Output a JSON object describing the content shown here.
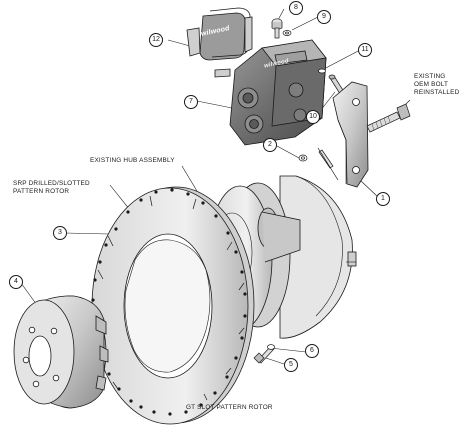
{
  "labels": {
    "existing_hub_assembly": "EXISTING HUB ASSEMBLY",
    "srp_rotor_line1": "SRP DRILLED/SLOTTED",
    "srp_rotor_line2": "PATTERN ROTOR",
    "oem_bolt_line1": "EXISTING",
    "oem_bolt_line2": "OEM BOLT",
    "oem_bolt_line3": "REINSTALLED",
    "gt_slot_rotor": "GT SLOT PATTERN ROTOR",
    "pad_brand": "wilwood",
    "caliper_brand": "wilwood"
  },
  "callouts": [
    {
      "id": "12",
      "label": "12"
    },
    {
      "id": "8",
      "label": "8"
    },
    {
      "id": "9",
      "label": "9"
    },
    {
      "id": "11",
      "label": "11"
    },
    {
      "id": "7",
      "label": "7"
    },
    {
      "id": "10",
      "label": "10"
    },
    {
      "id": "2",
      "label": "2"
    },
    {
      "id": "1",
      "label": "1"
    },
    {
      "id": "3",
      "label": "3"
    },
    {
      "id": "4",
      "label": "4"
    },
    {
      "id": "6",
      "label": "6"
    },
    {
      "id": "5",
      "label": "5"
    }
  ],
  "colors": {
    "line": "#1a1a1a",
    "part_fill": "#d8d8d8",
    "part_dark": "#8a8a8a",
    "part_light": "#ececec"
  }
}
